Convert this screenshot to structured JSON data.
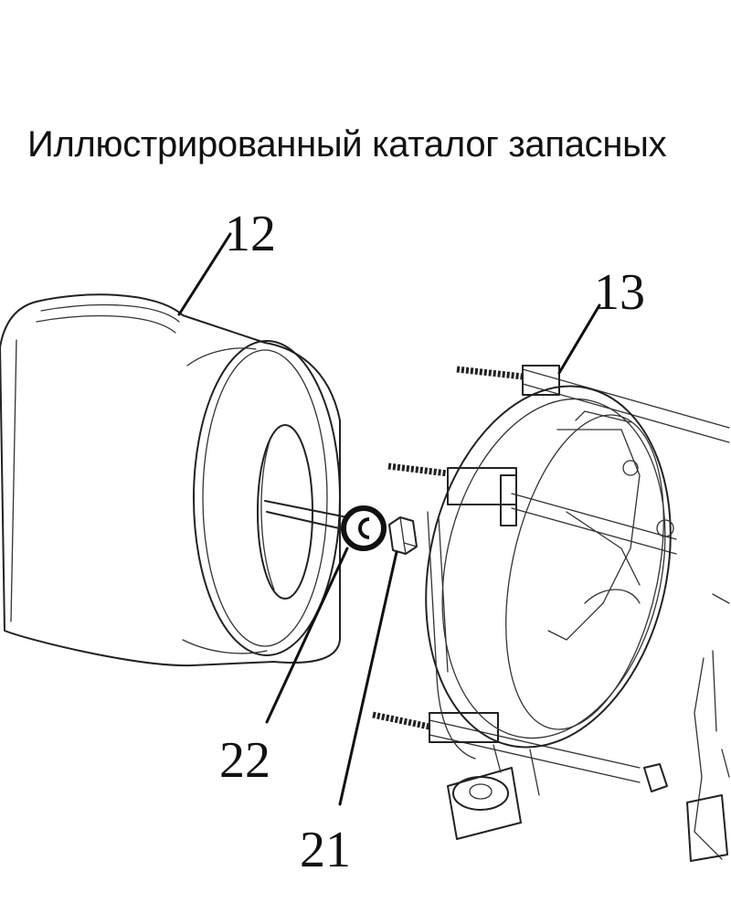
{
  "title": "Иллюстрированный каталог запасных",
  "callouts": {
    "part_12": "12",
    "part_13": "13",
    "part_21": "21",
    "part_22": "22"
  }
}
